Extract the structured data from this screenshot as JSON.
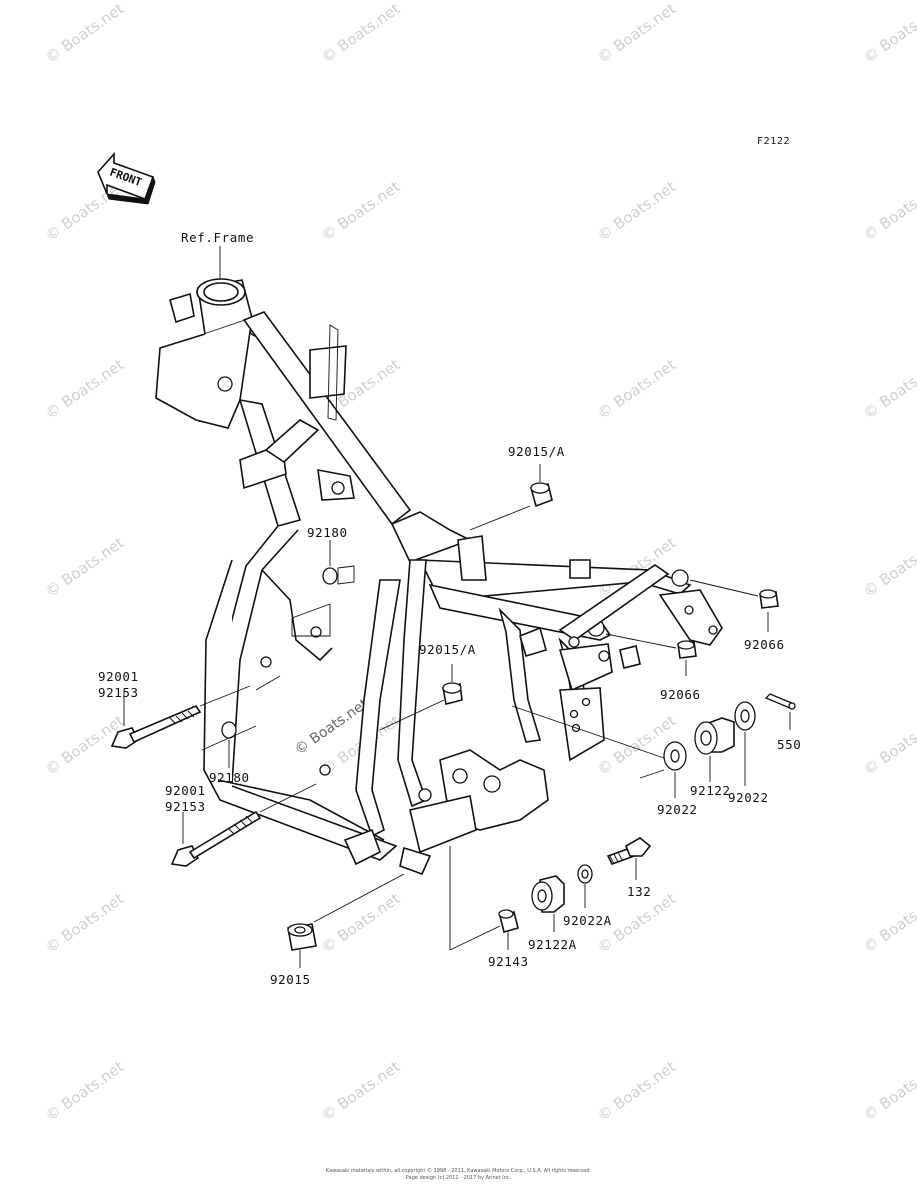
{
  "diagram_code": "F2122",
  "front_label": "FRONT",
  "ref_frame_label": "Ref.Frame",
  "watermark_text": "© Boats.net",
  "part_labels": [
    "92015/A",
    "92180",
    "92066",
    "92066",
    "92015/A",
    "92001",
    "92153",
    "92180",
    "92001",
    "92153",
    "550",
    "92022",
    "92122",
    "92022",
    "132",
    "92022A",
    "92122A",
    "92143",
    "92015"
  ],
  "footer": [
    "Kawasaki materials within, all copyright © 1998 - 2011, Kawasaki Motors Corp., U.S.A. All rights reserved.",
    "Page design (c) 2011 - 2017 by Arinet Inc."
  ]
}
